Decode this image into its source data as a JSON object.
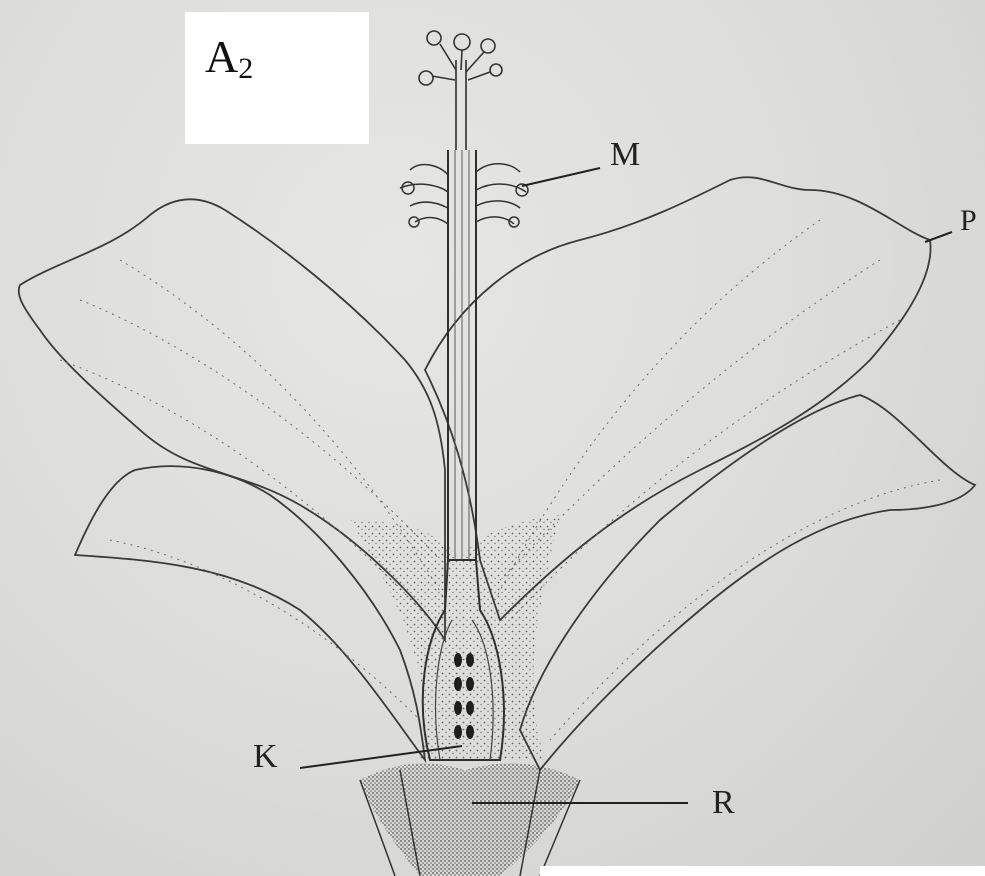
{
  "figure": {
    "panel_label": "A",
    "panel_subscript": "2"
  },
  "labels": {
    "m": "M",
    "p": "P",
    "k": "K",
    "r": "R"
  },
  "colors": {
    "ink": "#2a2a2a",
    "paper": "#dcdcda"
  }
}
